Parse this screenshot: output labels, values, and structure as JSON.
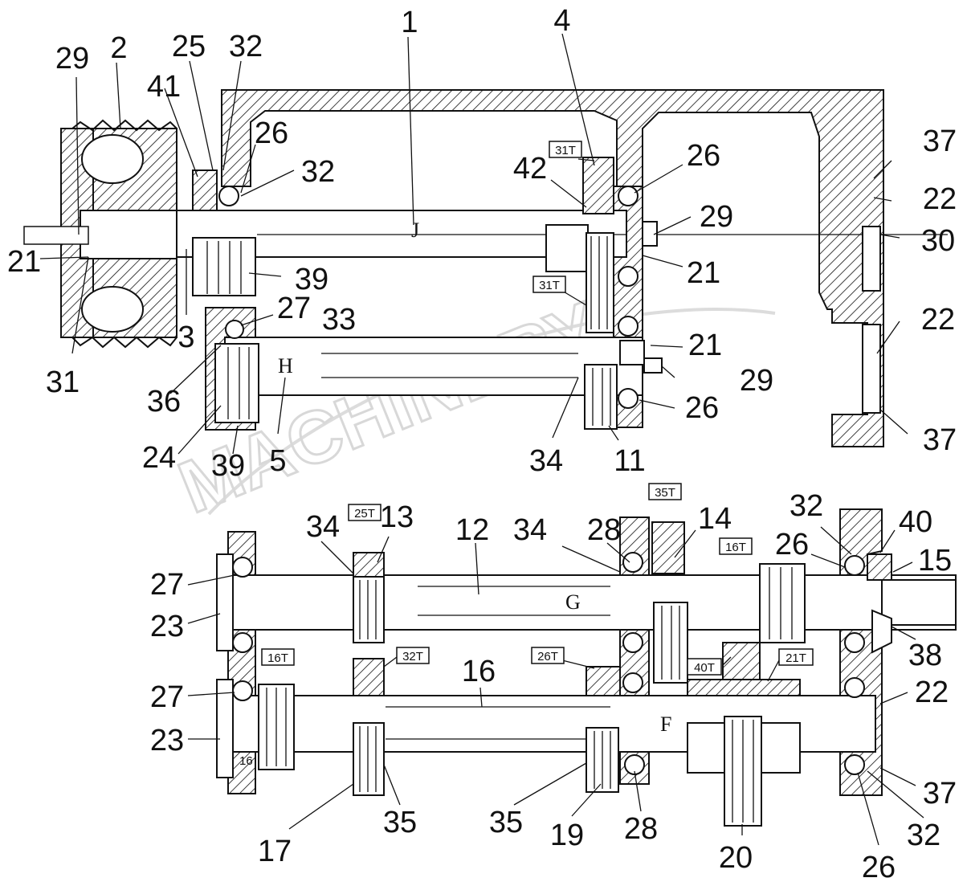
{
  "watermark": "MACHINERY",
  "upper_assembly": {
    "part_numbers": [
      {
        "id": "p1",
        "label": "1"
      },
      {
        "id": "p2",
        "label": "2"
      },
      {
        "id": "p29a",
        "label": "29"
      },
      {
        "id": "p25",
        "label": "25"
      },
      {
        "id": "p32a",
        "label": "32"
      },
      {
        "id": "p4",
        "label": "4"
      },
      {
        "id": "p41",
        "label": "41"
      },
      {
        "id": "p26a",
        "label": "26"
      },
      {
        "id": "p32b",
        "label": "32"
      },
      {
        "id": "p42",
        "label": "42"
      },
      {
        "id": "p26b",
        "label": "26"
      },
      {
        "id": "p37a",
        "label": "37"
      },
      {
        "id": "p22a",
        "label": "22"
      },
      {
        "id": "p29b",
        "label": "29"
      },
      {
        "id": "p30",
        "label": "30"
      },
      {
        "id": "p21a",
        "label": "21"
      },
      {
        "id": "p21b",
        "label": "21"
      },
      {
        "id": "p39a",
        "label": "39"
      },
      {
        "id": "p27",
        "label": "27"
      },
      {
        "id": "p33",
        "label": "33"
      },
      {
        "id": "p22b",
        "label": "22"
      },
      {
        "id": "p3",
        "label": "3"
      },
      {
        "id": "p21c",
        "label": "21"
      },
      {
        "id": "p31",
        "label": "31"
      },
      {
        "id": "p36",
        "label": "36"
      },
      {
        "id": "p29c",
        "label": "29"
      },
      {
        "id": "p26c",
        "label": "26"
      },
      {
        "id": "p37b",
        "label": "37"
      },
      {
        "id": "p24",
        "label": "24"
      },
      {
        "id": "p39b",
        "label": "39"
      },
      {
        "id": "p5",
        "label": "5"
      },
      {
        "id": "p34",
        "label": "34"
      },
      {
        "id": "p11",
        "label": "11"
      }
    ],
    "tooth_tags": [
      "31T",
      "31T"
    ],
    "shaft_letters": [
      "J",
      "H"
    ]
  },
  "lower_assembly": {
    "part_numbers": [
      {
        "id": "q34a",
        "label": "34"
      },
      {
        "id": "q13",
        "label": "13"
      },
      {
        "id": "q12",
        "label": "12"
      },
      {
        "id": "q34b",
        "label": "34"
      },
      {
        "id": "q28a",
        "label": "28"
      },
      {
        "id": "q14",
        "label": "14"
      },
      {
        "id": "q32a",
        "label": "32"
      },
      {
        "id": "q40",
        "label": "40"
      },
      {
        "id": "q26a",
        "label": "26"
      },
      {
        "id": "q15",
        "label": "15"
      },
      {
        "id": "q27a",
        "label": "27"
      },
      {
        "id": "q23a",
        "label": "23"
      },
      {
        "id": "q38",
        "label": "38"
      },
      {
        "id": "q16",
        "label": "16"
      },
      {
        "id": "q27b",
        "label": "27"
      },
      {
        "id": "q22",
        "label": "22"
      },
      {
        "id": "q23b",
        "label": "23"
      },
      {
        "id": "q37",
        "label": "37"
      },
      {
        "id": "q32b",
        "label": "32"
      },
      {
        "id": "q17",
        "label": "17"
      },
      {
        "id": "q35a",
        "label": "35"
      },
      {
        "id": "q35b",
        "label": "35"
      },
      {
        "id": "q19",
        "label": "19"
      },
      {
        "id": "q28b",
        "label": "28"
      },
      {
        "id": "q20",
        "label": "20"
      },
      {
        "id": "q26b",
        "label": "26"
      }
    ],
    "tooth_tags": [
      "25T",
      "35T",
      "16T",
      "32T",
      "26T",
      "16T",
      "40T",
      "21T"
    ],
    "shaft_letters": [
      "G",
      "F"
    ],
    "small_mark": "16"
  }
}
